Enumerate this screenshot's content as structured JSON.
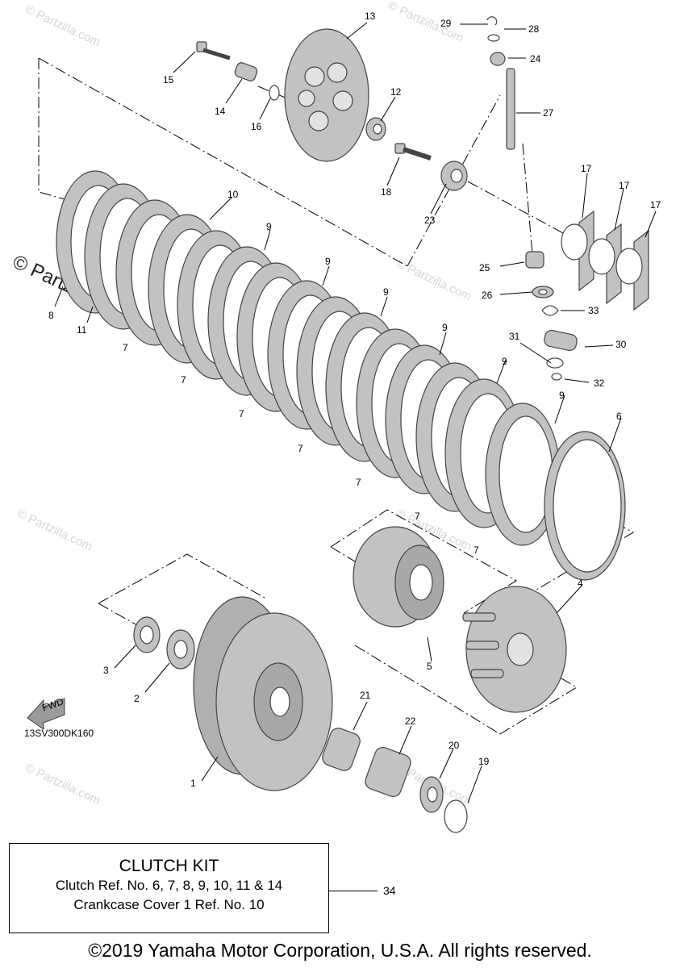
{
  "diagram": {
    "part_code": "13SV300DK160",
    "fwd_label": "FWD",
    "watermarks": [
      "© Partzilla.com",
      "© Partzilla.com",
      "© Partzilla.com",
      "© Partzilla.com",
      "© Partzilla.com",
      "© Partzilla.com",
      "© Partzilla.com"
    ],
    "watermark_big": "© Partzilla.com",
    "callouts": [
      "1",
      "2",
      "3",
      "4",
      "5",
      "6",
      "7",
      "7",
      "7",
      "7",
      "7",
      "7",
      "7",
      "7",
      "8",
      "9",
      "9",
      "9",
      "9",
      "9",
      "9",
      "10",
      "11",
      "12",
      "13",
      "14",
      "15",
      "16",
      "17",
      "17",
      "17",
      "18",
      "19",
      "20",
      "21",
      "22",
      "23",
      "24",
      "25",
      "26",
      "27",
      "28",
      "29",
      "30",
      "31",
      "32",
      "33"
    ]
  },
  "kit": {
    "title": "CLUTCH KIT",
    "line1": "Clutch Ref. No. 6, 7, 8, 9, 10, 11 & 14",
    "line2": "Crankcase Cover 1 Ref. No. 10",
    "ref": "34"
  },
  "footer": {
    "copyright": "©2019 Yamaha Motor Corporation, U.S.A. All rights reserved."
  },
  "colors": {
    "part_fill": "#bcbcbc",
    "part_stroke": "#555555",
    "line": "#000000",
    "watermark": "#d6d6d6"
  }
}
